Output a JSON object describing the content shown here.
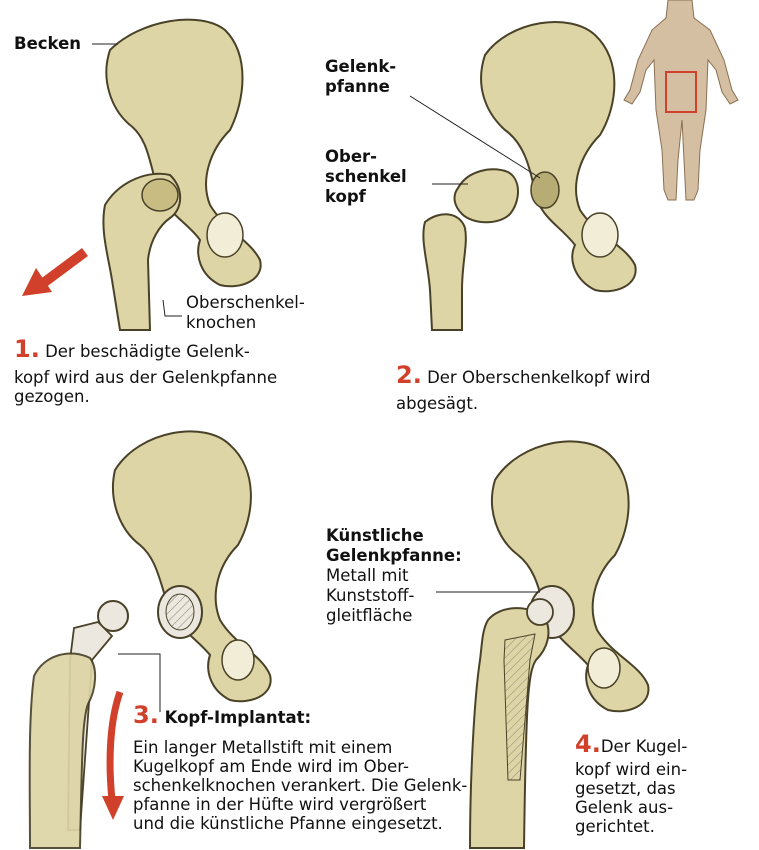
{
  "colors": {
    "bone_fill": "#ddd5a6",
    "bone_stroke": "#4a4228",
    "bone_shade": "#b7ac73",
    "accent_red": "#d0402b",
    "body_figure": "#d4bfa2",
    "implant_fill": "#ece8df"
  },
  "panel1": {
    "label_pelvis": "Becken",
    "label_femur_line1": "Oberschenkel-",
    "label_femur_line2": "knochen",
    "step_number": "1.",
    "step_text_line1": " Der beschädigte Gelenk-",
    "step_text_line2": "kopf wird aus der Gelenkpfanne",
    "step_text_line3": "gezogen."
  },
  "panel2": {
    "label_socket_line1": "Gelenk-",
    "label_socket_line2": "pfanne",
    "label_head_line1": "Ober-",
    "label_head_line2": "schenkel",
    "label_head_line3": "kopf",
    "step_number": "2.",
    "step_text_line1": " Der Oberschenkelkopf wird",
    "step_text_line2": "abgesägt."
  },
  "panel3": {
    "step_number": "3.",
    "step_title": " Kopf-Implantat:",
    "step_text_lines": [
      "Ein langer Metallstift mit einem",
      "Kugelkopf am Ende wird im Ober-",
      "schenkelknochen verankert. Die Gelenk-",
      "pfanne in der Hüfte wird vergrößert",
      "und die künstliche Pfanne eingesetzt."
    ]
  },
  "panel4": {
    "label_title_line1": "Künstliche",
    "label_title_line2": "Gelenkpfanne:",
    "label_text_line1": "Metall mit",
    "label_text_line2": "Kunststoff-",
    "label_text_line3": "gleitfläche",
    "step_number": "4.",
    "step_text_lines": [
      "Der Kugel-",
      "kopf wird ein-",
      "gesetzt, das",
      "Gelenk aus-",
      "gerichtet."
    ]
  }
}
